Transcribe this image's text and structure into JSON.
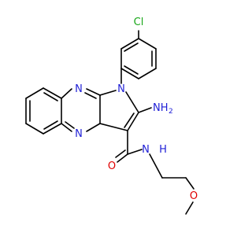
{
  "molecule": {
    "colors": {
      "bond": "#000000",
      "nitrogen": "#1f1fd6",
      "oxygen": "#e00000",
      "chlorine": "#17a617",
      "background": "#ffffff"
    },
    "labels": {
      "cl": "Cl",
      "n_pyrrole": "N",
      "nh2_n": "NH",
      "nh2_sub": "2",
      "n_pyrazine_top": "N",
      "n_pyrazine_bottom": "N",
      "n_amide": "N",
      "h_amide": "H",
      "o_carbonyl": "O",
      "o_ether": "O"
    }
  }
}
